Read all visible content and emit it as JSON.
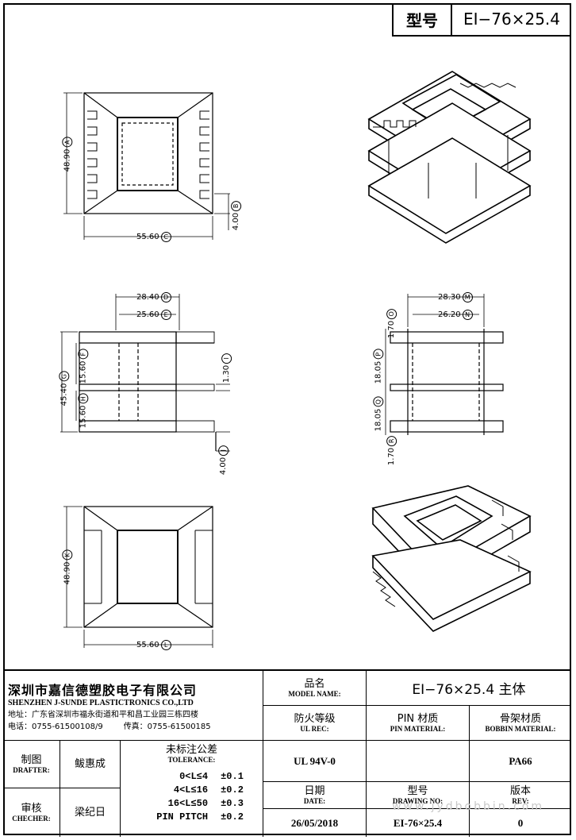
{
  "header": {
    "model_label": "型号",
    "model_value": "EI−76×25.4"
  },
  "dimensions": {
    "top_height": "48.90",
    "top_height_tag": "A",
    "top_width": "55.60",
    "top_width_tag": "C",
    "top_step": "4.00",
    "top_step_tag": "B",
    "front_outer": "28.40",
    "front_outer_tag": "D",
    "front_inner": "25.60",
    "front_inner_tag": "E",
    "front_total": "45.40",
    "front_total_tag": "G",
    "front_upper": "15.60",
    "front_upper_tag": "F",
    "front_lower": "15.60",
    "front_lower_tag": "H",
    "front_flange": "1.30",
    "front_flange_tag": "I",
    "front_pin": "4.00",
    "front_pin_tag": "J",
    "side_outer": "28.30",
    "side_outer_tag": "M",
    "side_inner": "26.20",
    "side_inner_tag": "N",
    "side_top": "1.70",
    "side_top_tag": "O",
    "side_upper": "18.05",
    "side_upper_tag": "P",
    "side_lower": "18.05",
    "side_lower_tag": "Q",
    "side_bottom": "1.70",
    "side_bottom_tag": "R",
    "bottom_height": "48.90",
    "bottom_height_tag": "K",
    "bottom_width": "55.60",
    "bottom_width_tag": "L"
  },
  "titleblock": {
    "company_cn": "深圳市嘉信德塑胶电子有限公司",
    "company_en": "SHENZHEN J-SUNDE PLASTICTRONICS CO.,LTD",
    "address": "地址：广东省深圳市福永街道和平和昌工业园三栋四楼",
    "phone": "电话：0755-61500108/9",
    "fax": "传真：0755-61500185",
    "model_name_cn": "品名",
    "model_name_en": "MODEL NAME:",
    "model_name_value": "EI−76×25.4 主体",
    "ul_rec_cn": "防火等级",
    "ul_rec_en": "UL REC:",
    "ul_rec_value": "UL 94V-0",
    "pin_material_cn": "PIN 材质",
    "pin_material_en": "PIN MATERIAL:",
    "pin_material_value": "",
    "bobbin_material_cn": "骨架材质",
    "bobbin_material_en": "BOBBIN MATERIAL:",
    "bobbin_material_value": "PA66",
    "drafter_cn": "制图",
    "drafter_en": "DRAFTER:",
    "drafter_value": "鲅惠成",
    "checker_cn": "审核",
    "checker_en": "CHECHER:",
    "checker_value": "梁纪日",
    "tolerance_cn": "未标注公差",
    "tolerance_en": "TOLERANCE:",
    "tolerance_rows": [
      {
        "range": "0<L≤4",
        "value": "±0.1"
      },
      {
        "range": "4<L≤16",
        "value": "±0.2"
      },
      {
        "range": "16<L≤50",
        "value": "±0.3"
      },
      {
        "range": "PIN PITCH",
        "value": "±0.2"
      }
    ],
    "date_cn": "日期",
    "date_en": "DATE:",
    "date_value": "26/05/2018",
    "drawing_no_cn": "型号",
    "drawing_no_en": "DRAWING NO:",
    "drawing_no_value": "EI-76×25.4",
    "rev_cn": "版本",
    "rev_en": "REV:",
    "rev_value": "0"
  },
  "watermark": "www.jydbobbin.com"
}
